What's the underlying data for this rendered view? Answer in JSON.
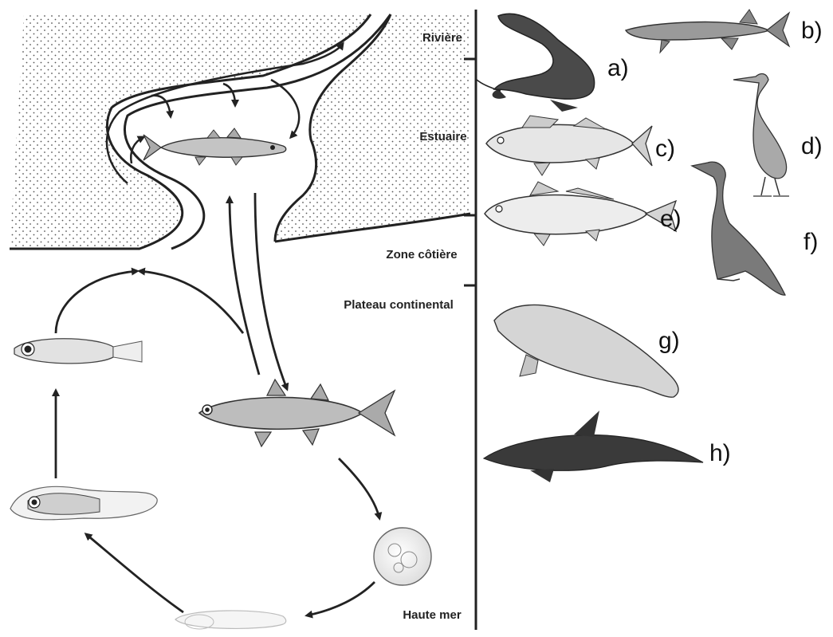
{
  "zones": {
    "riviere": "Rivière",
    "estuaire": "Estuaire",
    "cotiere": "Zone côtière",
    "plateau": "Plateau continental",
    "haute_mer": "Haute mer"
  },
  "species_labels": {
    "a": "a)",
    "b": "b)",
    "c": "c)",
    "d": "d)",
    "e": "e)",
    "f": "f)",
    "g": "g)",
    "h": "h)"
  },
  "illustrations": {
    "a": "catfish-icon",
    "b": "pike-icon",
    "c": "seabass-icon",
    "d": "heron-icon",
    "e": "meagre-icon",
    "f": "cormorant-icon",
    "g": "seal-icon",
    "h": "dolphin-icon",
    "mullet_adult": "mullet-icon",
    "mullet_juvenile": "juvenile-fish-icon",
    "larva": "larva-icon",
    "egg": "egg-icon",
    "yolk_larva": "yolk-sac-larva-icon"
  },
  "colors": {
    "ink": "#222222",
    "land_dots": "#555555",
    "fish_body": "#b9b9b9",
    "dolphin": "#3a3a3a",
    "seal": "#c8c8c8"
  }
}
